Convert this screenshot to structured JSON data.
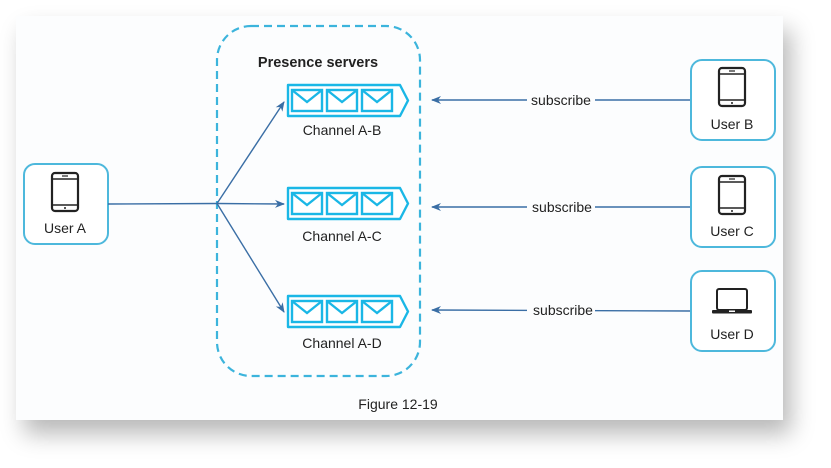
{
  "group": {
    "title": "Presence servers"
  },
  "publisher": {
    "label": "User A",
    "icon": "phone-icon"
  },
  "channels": [
    {
      "label": "Channel A-B"
    },
    {
      "label": "Channel A-C"
    },
    {
      "label": "Channel A-D"
    }
  ],
  "subscribers": [
    {
      "label": "User B",
      "icon": "phone-icon",
      "edge_label": "subscribe"
    },
    {
      "label": "User C",
      "icon": "phone-icon",
      "edge_label": "subscribe"
    },
    {
      "label": "User D",
      "icon": "laptop-icon",
      "edge_label": "subscribe"
    }
  ],
  "caption": "Figure 12-19",
  "colors": {
    "accent": "#1ab7e6",
    "box_border": "#4db8dc",
    "arrow": "#3a6ea5",
    "text": "#222222"
  }
}
